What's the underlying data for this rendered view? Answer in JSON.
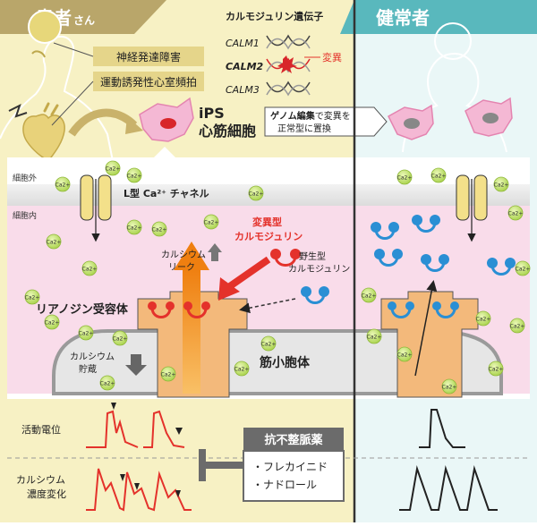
{
  "colors": {
    "patient_bg": "#f7f1c4",
    "patient_header": "#b9a66a",
    "healthy_bg": "#eaf7f7",
    "healthy_header": "#59b8bd",
    "intracellular": "#f9dcea",
    "mutant_red": "#e4322b",
    "wildtype_blue": "#2a8fd4",
    "receptor": "#f3b97b",
    "calcium_green": "#c5e86a",
    "arrow_orange": "#f08a12"
  },
  "patient": {
    "header": "患者",
    "header_suffix": "さん",
    "symptoms": [
      "神経発達障害",
      "運動誘発性心室頻拍"
    ],
    "ips_line1": "iPS",
    "ips_line2": "心筋細胞"
  },
  "healthy": {
    "header": "健常者"
  },
  "genes": {
    "title": "カルモジュリン遺伝子",
    "names": [
      "CALM1",
      "CALM2",
      "CALM3"
    ],
    "mutation_label": "変異"
  },
  "editing": {
    "line1_bold": "ゲノム編集",
    "line1_rest": "で変異を",
    "line2": "正常型に置換"
  },
  "cell": {
    "extracellular": "細胞外",
    "intracellular": "細胞内",
    "channel_label": "L型 Ca²⁺ チャネル",
    "ca_label": "Ca",
    "ca_sup": "2+",
    "mutant_cam_line1": "変異型",
    "mutant_cam_line2": "カルモジュリン",
    "wildtype_cam_line1": "野生型",
    "wildtype_cam_line2": "カルモジュリン",
    "leak_line1": "カルシウム",
    "leak_line2": "リーク",
    "ryanodine": "リアノジン受容体",
    "storage_line1": "カルシウム",
    "storage_line2": "貯蔵",
    "sr": "筋小胞体"
  },
  "traces": {
    "action_potential": "活動電位",
    "calcium_line1": "カルシウム",
    "calcium_line2": "濃度変化"
  },
  "drugs": {
    "title": "抗不整脈薬",
    "items": [
      "・フレカイニド",
      "・ナドロール"
    ]
  }
}
